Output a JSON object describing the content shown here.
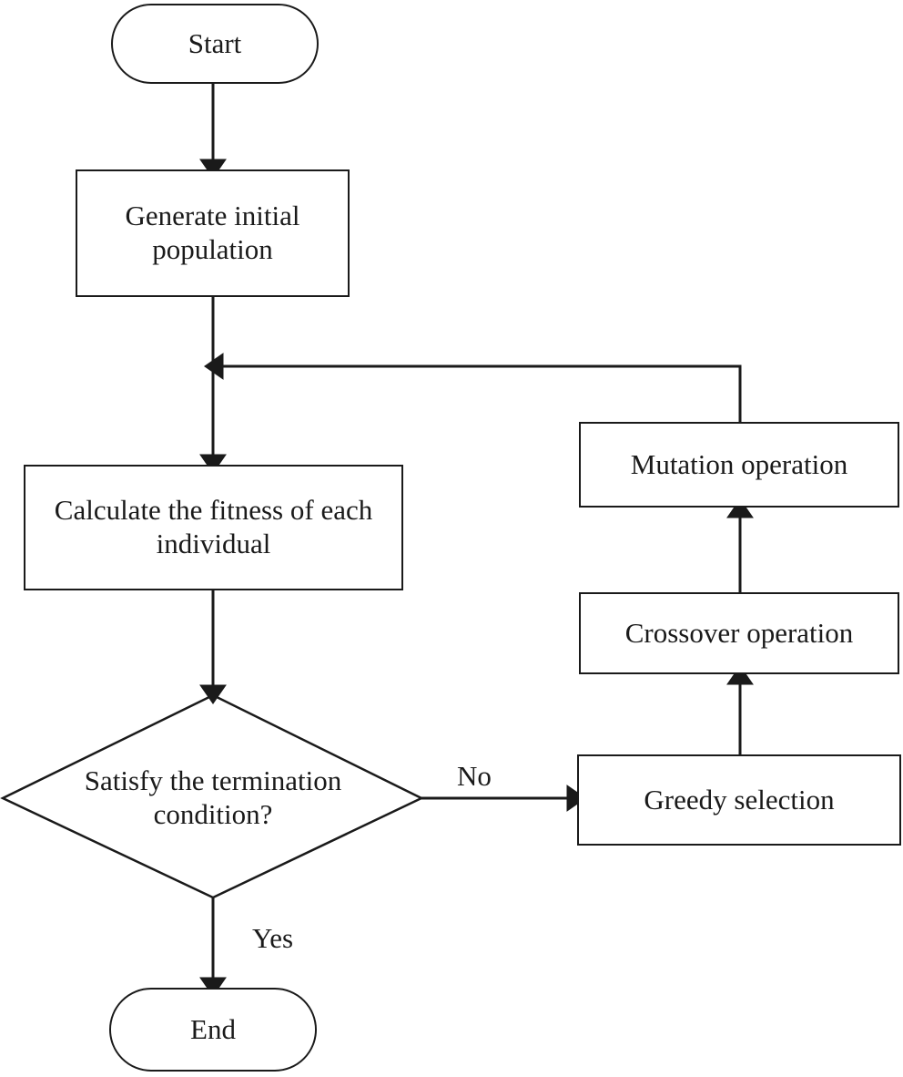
{
  "diagram": {
    "title": "Genetic algorithm flowchart",
    "type": "flowchart",
    "background_color": "#ffffff",
    "stroke_color": "#1a1a1a",
    "text_color": "#1a1a1a"
  },
  "nodes": [
    {
      "id": "start",
      "shape": "terminal",
      "label": "Start"
    },
    {
      "id": "generate",
      "shape": "process",
      "label": "Generate initial population"
    },
    {
      "id": "calculate",
      "shape": "process",
      "label": "Calculate the fitness of each individual"
    },
    {
      "id": "decision",
      "shape": "decision",
      "label": "Satisfy the termination condition?"
    },
    {
      "id": "end",
      "shape": "terminal",
      "label": "End"
    },
    {
      "id": "mutation",
      "shape": "process",
      "label": "Mutation operation"
    },
    {
      "id": "crossover",
      "shape": "process",
      "label": "Crossover operation"
    },
    {
      "id": "greedy",
      "shape": "process",
      "label": "Greedy selection"
    }
  ],
  "edge_labels": {
    "no": "No",
    "yes": "Yes"
  },
  "edges": [
    {
      "from": "start",
      "to": "generate",
      "label": ""
    },
    {
      "from": "generate",
      "to": "calculate",
      "label": ""
    },
    {
      "from": "calculate",
      "to": "decision",
      "label": ""
    },
    {
      "from": "decision",
      "to": "greedy",
      "label": "No"
    },
    {
      "from": "decision",
      "to": "end",
      "label": "Yes"
    },
    {
      "from": "greedy",
      "to": "crossover",
      "label": ""
    },
    {
      "from": "crossover",
      "to": "mutation",
      "label": ""
    },
    {
      "from": "mutation",
      "to": "calculate",
      "label": ""
    }
  ]
}
